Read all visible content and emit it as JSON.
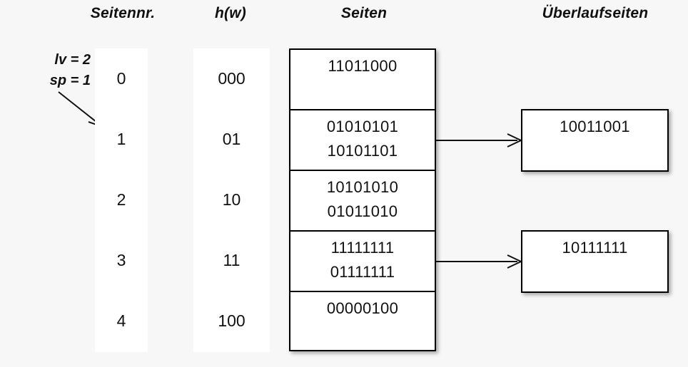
{
  "headers": {
    "seitennr": "Seitennr.",
    "hw": "h(w)",
    "seiten": "Seiten",
    "ueberlaufseiten": "Überlaufseiten"
  },
  "params": {
    "lv": "lv = 2",
    "sp": "sp = 1"
  },
  "columns": {
    "seitennr": [
      "0",
      "1",
      "2",
      "3",
      "4"
    ],
    "hw": [
      "000",
      "01",
      "10",
      "11",
      "100"
    ]
  },
  "pages": [
    {
      "entries": [
        "11011000"
      ]
    },
    {
      "entries": [
        "01010101",
        "10101101"
      ]
    },
    {
      "entries": [
        "10101010",
        "01011010"
      ]
    },
    {
      "entries": [
        "11111111",
        "01111111"
      ]
    },
    {
      "entries": [
        "00000100"
      ]
    }
  ],
  "overflow_pages": [
    {
      "entries": [
        "10011001"
      ],
      "from_page": 1
    },
    {
      "entries": [
        "10111111"
      ],
      "from_page": 3
    }
  ],
  "colors": {
    "background": "#f7f7f7",
    "box_fill": "#ffffff",
    "stroke": "#000000",
    "text": "#111111"
  }
}
